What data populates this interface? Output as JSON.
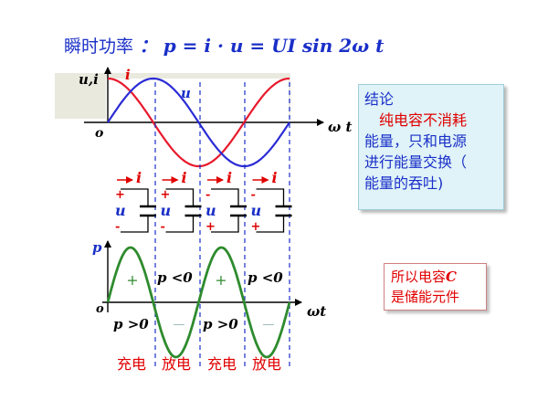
{
  "title": {
    "label": "瞬时功率",
    "colon": "：",
    "formula": "p = i · u = UI sin 2ω t"
  },
  "top_plot": {
    "y_axis_label": "u,i",
    "x_axis_label": "ω t",
    "origin": "o",
    "curve_i_label": "i",
    "curve_u_label": "u",
    "i_color": "#e8192c",
    "u_color": "#2b2bd6"
  },
  "capacitor_states": [
    {
      "current": "i",
      "voltage": "u",
      "top_sign": "+",
      "bottom_sign": "-"
    },
    {
      "current": "i",
      "voltage": "u",
      "top_sign": "+",
      "bottom_sign": "-"
    },
    {
      "current": "i",
      "voltage": "u",
      "top_sign": "-",
      "bottom_sign": "+"
    },
    {
      "current": "i",
      "voltage": "u",
      "top_sign": "-",
      "bottom_sign": "+"
    }
  ],
  "power_plot": {
    "y_axis_label": "p",
    "x_axis_label": "ωt",
    "origin": "o",
    "curve_color": "#2e8b2e",
    "positive_sign": "+",
    "negative_sign": "—",
    "p_negative_label": "p <0",
    "p_positive_label": "p >0"
  },
  "phases": [
    "充电",
    "放电",
    "充电",
    "放电"
  ],
  "conclusion": {
    "heading": "结论",
    "line1": "纯电容不消耗",
    "line2": "能量，只和电源",
    "line3": "进行能量交换（",
    "line4": "能量的吞吐)"
  },
  "energy_storage": {
    "line1_prefix": "所以电容",
    "symbol": "C",
    "line2": "是储能元件"
  },
  "colors": {
    "title": "#1a2fc8",
    "emphasis": "#e00000",
    "dashed_divider": "#1a2fc8",
    "shade": "#e9e9de"
  }
}
